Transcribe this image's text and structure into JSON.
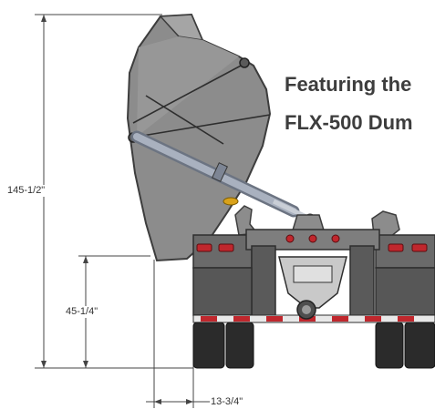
{
  "headline": {
    "line1": "Featuring the",
    "line2": "FLX-500 Dum",
    "color": "#3d3d3d"
  },
  "dimensions": {
    "total_height": "145-1/2\"",
    "pivot_height": "45-1/4\"",
    "rear_offset": "13-3/4\""
  },
  "colors": {
    "body_gray": "#8c8c8c",
    "frame_dark": "#4e4e4e",
    "cylinder": "#a9b1bf",
    "tail_light_red": "#c0272d",
    "amber_light": "#d9a21a",
    "tire": "#2b2b2b",
    "dimension_line": "#444444"
  }
}
